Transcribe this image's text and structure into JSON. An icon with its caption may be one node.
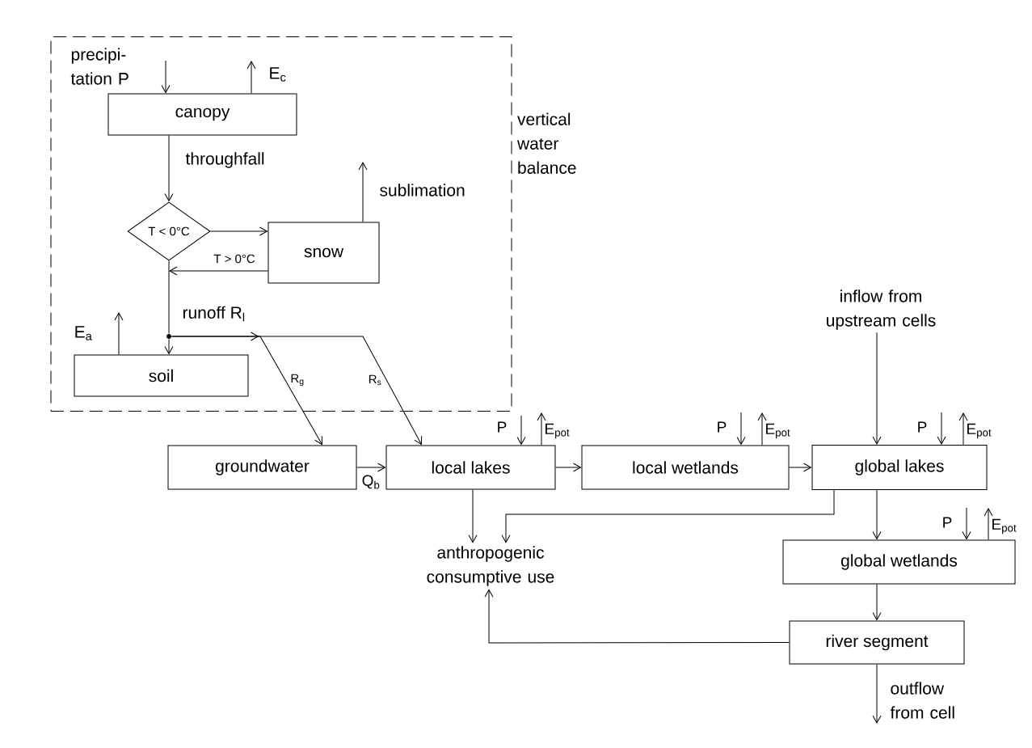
{
  "diagram": {
    "nodes": [
      {
        "text": [
          "vertical water balance"
        ]
      },
      {
        "text": [
          "canopy"
        ],
        "in": 0
      },
      {
        "text": [
          "T < 0°C"
        ],
        "in": 0
      },
      {
        "text": [
          "snow"
        ],
        "in": 0
      },
      {
        "text": [
          "soil"
        ],
        "in": 0
      },
      {
        "text": [],
        "shape": "circle",
        "in": 0
      },
      {
        "text": [
          "groundwater"
        ]
      },
      {
        "text": [
          "local lakes"
        ]
      },
      {
        "text": [
          "local wetlands"
        ]
      },
      {
        "text": [
          "global lakes"
        ]
      },
      {
        "text": [
          "global wetlands"
        ]
      },
      {
        "text": [
          "river segment"
        ]
      },
      {
        "text": [
          "anthropogenic consumptive use"
        ]
      },
      {
        "text": [
          "inflow from upstream cells"
        ]
      }
    ],
    "edges": [
      {
        "from": null,
        "to": 1,
        "arrow": "to",
        "label": "precipi- tation P"
      },
      {
        "from": 1,
        "to": null,
        "arrow": "to",
        "label": "E$_{c}$"
      },
      {
        "from": 1,
        "to": 2,
        "arrow": "to",
        "label": "throughfall"
      },
      {
        "from": 2,
        "to": 3,
        "arrow": "to"
      },
      {
        "from": 3,
        "to": 2,
        "arrow": "to",
        "label": "T > 0°C"
      },
      {
        "from": 3,
        "to": null,
        "arrow": "to",
        "label": "sublimation"
      },
      {
        "from": 2,
        "to": 5,
        "arrow": "none",
        "label": "runoff R$_{l}$"
      },
      {
        "from": 5,
        "to": 4,
        "arrow": "to"
      },
      {
        "from": 4,
        "to": null,
        "arrow": "to",
        "label": "E$_{a}$"
      },
      {
        "from": 5,
        "to": 6,
        "arrow": "to",
        "label": "R$_{g}$"
      },
      {
        "from": 5,
        "to": 7,
        "arrow": "to",
        "label": "R$_{s}$"
      },
      {
        "from": 6,
        "to": 7,
        "arrow": "to",
        "label": "Q$_{b}$"
      },
      {
        "from": null,
        "to": 7,
        "arrow": "to",
        "label": "P"
      },
      {
        "from": 7,
        "to": null,
        "arrow": "to",
        "label": "E$_{pot}$"
      },
      {
        "from": 7,
        "to": 8,
        "arrow": "to"
      },
      {
        "from": null,
        "to": 8,
        "arrow": "to",
        "label": "P"
      },
      {
        "from": 8,
        "to": null,
        "arrow": "to",
        "label": "E$_{pot}$"
      },
      {
        "from": 8,
        "to": 9,
        "arrow": "to"
      },
      {
        "from": 13,
        "to": 9,
        "arrow": "to"
      },
      {
        "from": null,
        "to": 9,
        "arrow": "to",
        "label": "P"
      },
      {
        "from": 9,
        "to": null,
        "arrow": "to",
        "label": "E$_{pot}$"
      },
      {
        "from": 7,
        "to": 12,
        "arrow": "to"
      },
      {
        "from": 9,
        "to": 12,
        "arrow": "to"
      },
      {
        "from": 9,
        "to": 10,
        "arrow": "to"
      },
      {
        "from": null,
        "to": 10,
        "arrow": "to",
        "label": "P"
      },
      {
        "from": 10,
        "to": null,
        "arrow": "to",
        "label": "E$_{pot}$"
      },
      {
        "from": 10,
        "to": 11,
        "arrow": "to"
      },
      {
        "from": 11,
        "to": 12,
        "arrow": "to"
      },
      {
        "from": 11,
        "to": null,
        "arrow": "to",
        "label": "outflow from cell"
      }
    ]
  }
}
